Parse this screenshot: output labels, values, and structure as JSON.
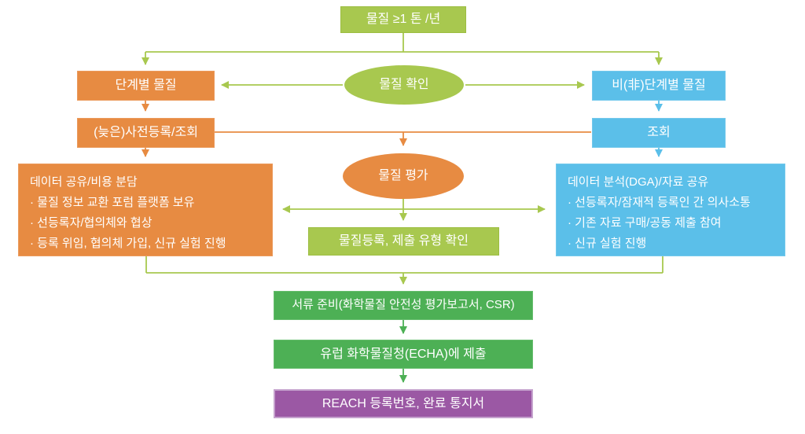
{
  "diagram": {
    "type": "flowchart",
    "language": "ko",
    "topic": "REACH 등록 절차 흐름도"
  },
  "colors": {
    "light_green": "#a8c84f",
    "orange": "#e78b42",
    "blue": "#5bbfe9",
    "dark_green": "#4db055",
    "purple": "#9b58a4",
    "text": "#ffffff",
    "background": "#ffffff"
  },
  "nodes": {
    "threshold": {
      "label": "물질 ≥1 톤 /년"
    },
    "phase_in": {
      "label": "단계별 물질"
    },
    "substance_id": {
      "label": "물질 확인"
    },
    "non_phase_in": {
      "label": "비(非)단계별 물질"
    },
    "late_prereg": {
      "label": "(늦은)사전등록/조회"
    },
    "inquiry": {
      "label": "조회"
    },
    "evaluation": {
      "label": "물질 평가"
    },
    "data_sharing": {
      "title": "데이터 공유/비용 분담",
      "bullets": [
        "· 물질 정보 교환 포럼 플랫폼 보유",
        "· 선등록자/협의체와 협상",
        "· 등록 위임, 협의체 가입, 신규 실험 진행"
      ]
    },
    "data_analysis": {
      "title": "데이터 분석(DGA)/자료 공유",
      "bullets": [
        "· 선등록자/잠재적 등록인 간 의사소통",
        "· 기존 자료 구매/공동 제출 참여",
        "· 신규 실험 진행"
      ]
    },
    "registration": {
      "label": "물질등록, 제출 유형 확인"
    },
    "dossier": {
      "label": "서류 준비(화학물질 안전성 평가보고서, CSR)"
    },
    "echa": {
      "label": "유럽 화학물질청(ECHA)에 제출"
    },
    "reach": {
      "label": "REACH 등록번호, 완료 통지서"
    }
  }
}
